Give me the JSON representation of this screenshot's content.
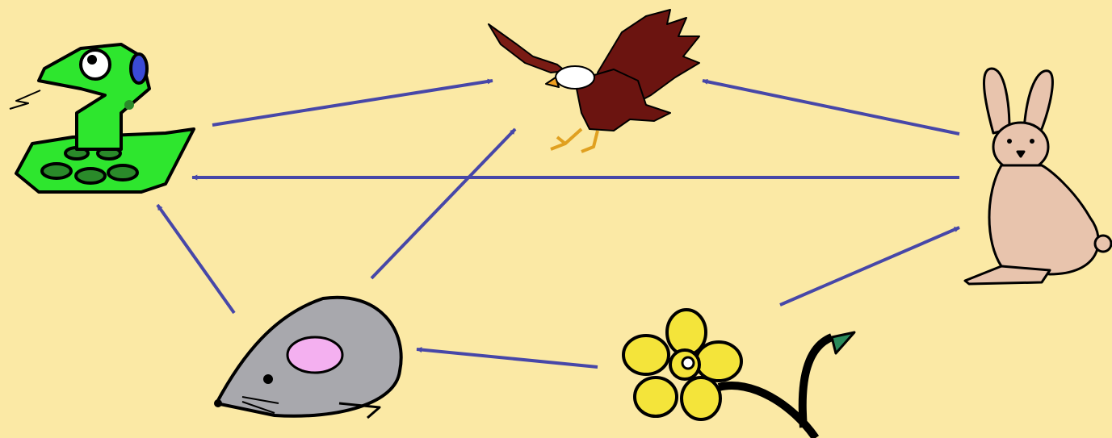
{
  "diagram": {
    "background": "#fbe9a5",
    "arrow_color": "#4747a8",
    "nodes": [
      {
        "id": "snake",
        "icon": "snake-icon",
        "color": "#2ee62e"
      },
      {
        "id": "eagle",
        "icon": "eagle-icon",
        "color": "#6b1410"
      },
      {
        "id": "rabbit",
        "icon": "rabbit-icon",
        "color": "#e8c4ad"
      },
      {
        "id": "mouse",
        "icon": "mouse-icon",
        "color": "#a8a8ad"
      },
      {
        "id": "flower",
        "icon": "flower-icon",
        "color": "#f4e43a"
      }
    ],
    "edges": [
      {
        "from": "snake",
        "to": "eagle"
      },
      {
        "from": "rabbit",
        "to": "eagle"
      },
      {
        "from": "rabbit",
        "to": "snake"
      },
      {
        "from": "mouse",
        "to": "eagle"
      },
      {
        "from": "mouse",
        "to": "snake"
      },
      {
        "from": "flower",
        "to": "mouse"
      },
      {
        "from": "flower",
        "to": "rabbit"
      }
    ]
  }
}
